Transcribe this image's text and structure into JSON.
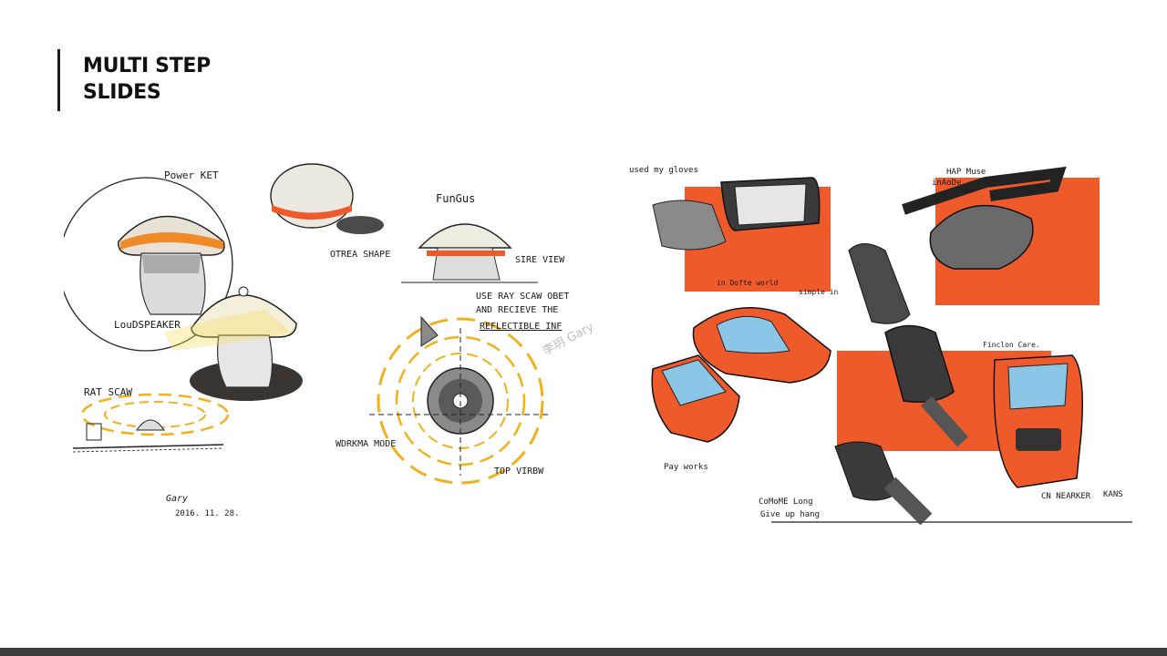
{
  "slide": {
    "title_line1": "MULTI STEP",
    "title_line2": "SLIDES"
  },
  "left_sketch": {
    "labels": {
      "power_key": "Power KET",
      "fungus": "FunGus",
      "otrea_shape": "OTREA SHAPE",
      "side_view": "SIRE VIEW",
      "use_ray": "USE RAY SCAW OBET",
      "and_receive": "AND RECIEVE THE",
      "reflectible": "REFLECTIBLE INF",
      "loudspeaker": "LouDSPEAKER",
      "rat_scaw": "RAT SCAW",
      "working_mode": "WDRKMA MODE",
      "top_view": "TOP VIRBW",
      "signature": "Gary",
      "date": "2016. 11. 28."
    },
    "watermark": "李玥 Gary"
  },
  "right_sketch": {
    "labels": {
      "used_my_gloves": "used my gloves",
      "hap_muse": "HAP Muse",
      "in_aode": "inAoDe.",
      "in_dofte_world": "in Dofte world",
      "simple_in": "simple in",
      "function_care": "Finclon Care.",
      "pay_works": "Pay works",
      "come_long": "CoMoME Long",
      "give_up_hang": "Give up hang",
      "cn_nearker": "CN NEARKER",
      "kans": "KANS"
    }
  },
  "colors": {
    "accent_orange": "#ef5a2a",
    "marker_yellow": "#f2b01e",
    "ink": "#1a1a1a",
    "marker_gray": "#7a7a7a",
    "screen_blue": "#8cc6e6"
  }
}
